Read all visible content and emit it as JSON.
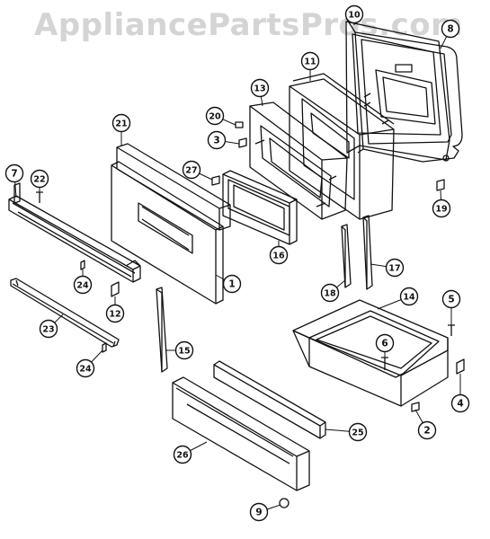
{
  "watermark": "AppliancePartsPros.com",
  "callouts": [
    {
      "id": "c1",
      "label": "1",
      "part": "oven-door-outer-panel"
    },
    {
      "id": "c2",
      "label": "2",
      "part": "drawer-roller"
    },
    {
      "id": "c3",
      "label": "3",
      "part": "door-hinge-clip"
    },
    {
      "id": "c4",
      "label": "4",
      "part": "drawer-glide"
    },
    {
      "id": "c5",
      "label": "5",
      "part": "drawer-screw"
    },
    {
      "id": "c6",
      "label": "6",
      "part": "drawer-screw"
    },
    {
      "id": "c7",
      "label": "7",
      "part": "door-handle"
    },
    {
      "id": "c8",
      "label": "8",
      "part": "door-gasket"
    },
    {
      "id": "c9",
      "label": "9",
      "part": "drawer-knob"
    },
    {
      "id": "c10",
      "label": "10",
      "part": "inner-door-panel"
    },
    {
      "id": "c11",
      "label": "11",
      "part": "door-liner"
    },
    {
      "id": "c12",
      "label": "12",
      "part": "handle-end-cap"
    },
    {
      "id": "c13",
      "label": "13",
      "part": "door-frame"
    },
    {
      "id": "c14",
      "label": "14",
      "part": "storage-drawer-pan"
    },
    {
      "id": "c15",
      "label": "15",
      "part": "side-trim"
    },
    {
      "id": "c16",
      "label": "16",
      "part": "door-window-pack"
    },
    {
      "id": "c17",
      "label": "17",
      "part": "door-channel"
    },
    {
      "id": "c18",
      "label": "18",
      "part": "door-channel"
    },
    {
      "id": "c19",
      "label": "19",
      "part": "latch-clip"
    },
    {
      "id": "c20",
      "label": "20",
      "part": "hinge-screw"
    },
    {
      "id": "c21",
      "label": "21",
      "part": "door-glass"
    },
    {
      "id": "c22",
      "label": "22",
      "part": "screw"
    },
    {
      "id": "c23",
      "label": "23",
      "part": "handle-bracket"
    },
    {
      "id": "c24a",
      "label": "24",
      "part": "screw"
    },
    {
      "id": "c24b",
      "label": "24",
      "part": "screw"
    },
    {
      "id": "c25",
      "label": "25",
      "part": "drawer-trim"
    },
    {
      "id": "c26",
      "label": "26",
      "part": "drawer-front-panel"
    },
    {
      "id": "c27",
      "label": "27",
      "part": "window-clip"
    }
  ]
}
